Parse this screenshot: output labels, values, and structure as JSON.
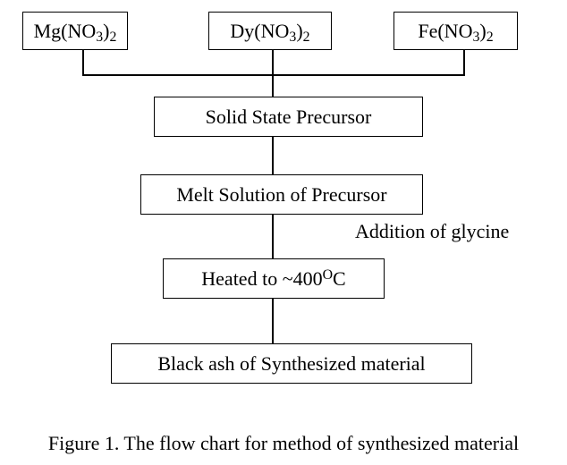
{
  "diagram": {
    "reagents": [
      {
        "base": "Mg(NO",
        "sub1": "3",
        "mid": ")",
        "sub2": "2"
      },
      {
        "base": "Dy(NO",
        "sub1": "3",
        "mid": ")",
        "sub2": "2"
      },
      {
        "base": "Fe(NO",
        "sub1": "3",
        "mid": ")",
        "sub2": "2"
      }
    ],
    "steps": {
      "solid_state": "Solid State Precursor",
      "melt": "Melt Solution of Precursor",
      "addition_note": "Addition of glycine",
      "heated_prefix": "Heated to ~400",
      "heated_sup": "O",
      "heated_suffix": "C",
      "final": "Black ash of Synthesized material"
    },
    "caption": "Figure 1. The flow chart for method of synthesized material"
  }
}
